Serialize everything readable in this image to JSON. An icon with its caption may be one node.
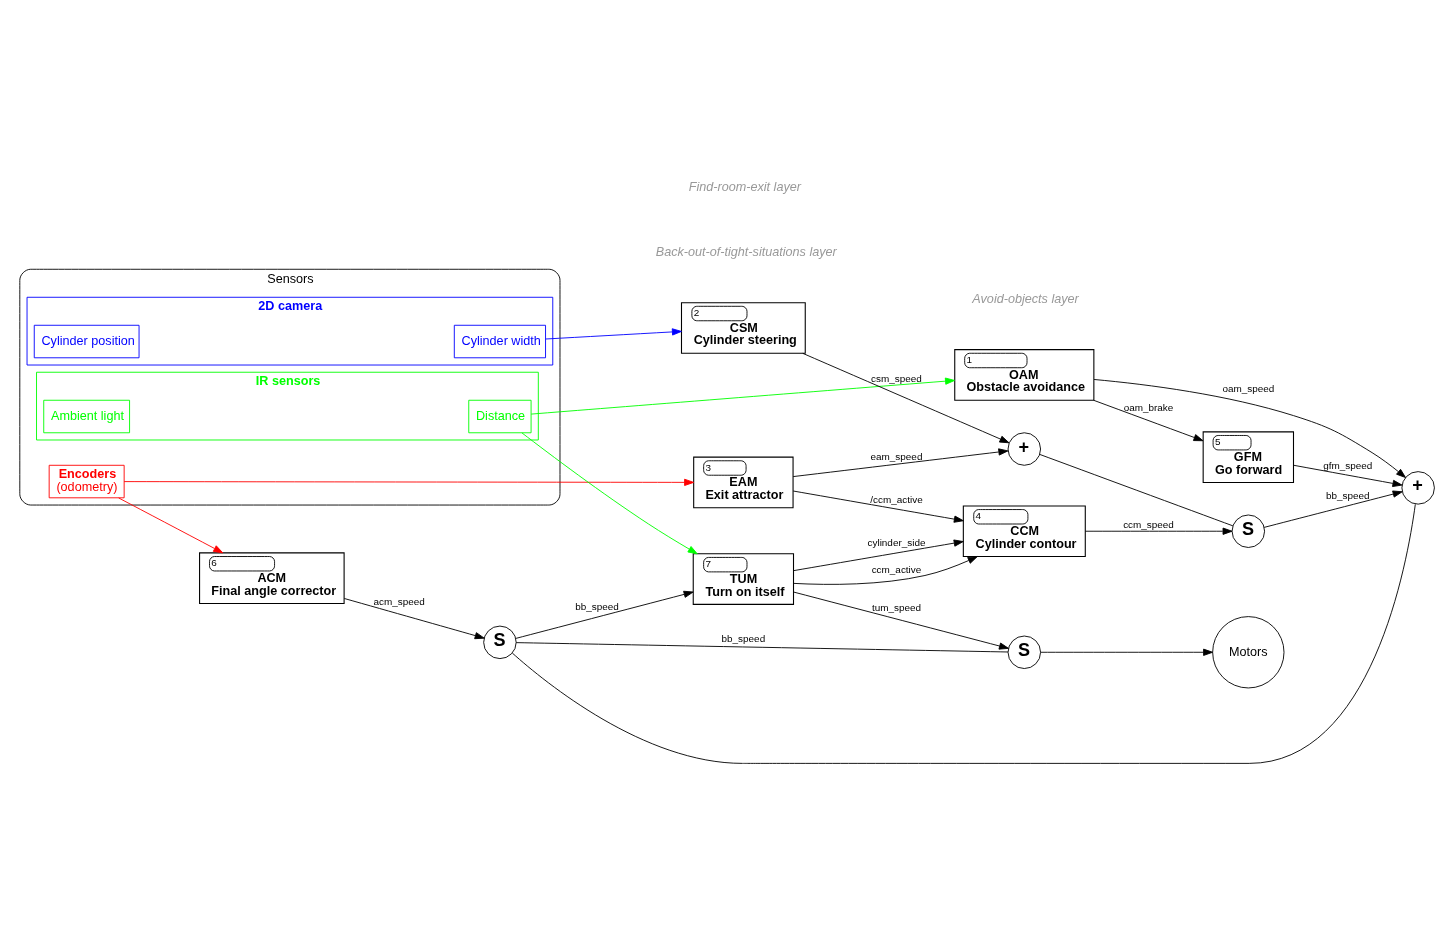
{
  "diagram": {
    "nodes": [
      {
        "text": [
          "Sensors"
        ]
      },
      {
        "text": [
          "Encoders",
          "(odometry)"
        ],
        "in": 0
      },
      {
        "text": [
          "2D camera"
        ],
        "in": 0
      },
      {
        "text": [
          "Cylinder position"
        ],
        "in": 2
      },
      {
        "text": [
          "Cylinder width"
        ],
        "in": 2
      },
      {
        "text": [
          "IR sensors"
        ],
        "in": 0
      },
      {
        "text": [
          "Ambient light"
        ],
        "in": 5
      },
      {
        "text": [
          "Distance"
        ],
        "in": 5
      },
      {
        "text": [
          "7",
          "TUM",
          "Turn on itself"
        ]
      },
      {
        "text": [
          "4",
          "CCM",
          "Cylinder contour"
        ]
      },
      {
        "text": [
          "6",
          "ACM",
          "Final angle corrector"
        ]
      },
      {
        "text": [
          "3",
          "EAM",
          "Exit attractor"
        ]
      },
      {
        "text": [
          "2",
          "CSM",
          "Cylinder steering"
        ]
      },
      {
        "text": [
          "1",
          "OAM",
          "Obstacle avoidance"
        ]
      },
      {
        "text": [
          "5",
          "GFM",
          "Go forward"
        ]
      },
      {
        "text": [
          "+"
        ]
      },
      {
        "text": [
          "S"
        ]
      },
      {
        "text": [
          "+"
        ]
      },
      {
        "text": [
          "S"
        ]
      },
      {
        "text": [
          "S"
        ]
      },
      {
        "text": [
          "Motors"
        ]
      }
    ],
    "edges": [
      {
        "from": 1,
        "to": 10,
        "arrow": "to",
        "color": "#ff0000"
      },
      {
        "from": 1,
        "to": 11,
        "arrow": "to",
        "color": "#ff0000"
      },
      {
        "from": 4,
        "to": 12,
        "arrow": "to",
        "color": "#0000ff"
      },
      {
        "from": 7,
        "to": 8,
        "arrow": "to",
        "color": "#00ff00"
      },
      {
        "from": 7,
        "to": 13,
        "arrow": "to",
        "color": "#00ff00"
      },
      {
        "from": 8,
        "to": 9,
        "arrow": "to",
        "label": "cylinder_side"
      },
      {
        "from": 8,
        "to": 9,
        "arrow": "to",
        "label": "ccm_active"
      },
      {
        "from": 11,
        "to": 9,
        "arrow": "to",
        "label": "/ccm_active"
      },
      {
        "from": 8,
        "to": 19,
        "arrow": "to",
        "label": "tum_speed"
      },
      {
        "from": 9,
        "to": 16,
        "arrow": "to",
        "label": "ccm_speed"
      },
      {
        "from": 10,
        "to": 18,
        "arrow": "to",
        "label": "acm_speed"
      },
      {
        "from": 11,
        "to": 15,
        "arrow": "to",
        "label": "eam_speed"
      },
      {
        "from": 12,
        "to": 15,
        "arrow": "to",
        "label": "csm_speed"
      },
      {
        "from": 15,
        "to": 16,
        "arrow": "none"
      },
      {
        "from": 16,
        "to": 17,
        "arrow": "to",
        "label": "bb_speed"
      },
      {
        "from": 13,
        "to": 17,
        "arrow": "to",
        "label": "oam_speed"
      },
      {
        "from": 13,
        "to": 14,
        "arrow": "to",
        "label": "oam_brake"
      },
      {
        "from": 14,
        "to": 17,
        "arrow": "to",
        "label": "gfm_speed"
      },
      {
        "from": 17,
        "to": 18,
        "arrow": "none"
      },
      {
        "from": 18,
        "to": 19,
        "arrow": "none",
        "label": "bb_speed"
      },
      {
        "from": 18,
        "to": 8,
        "arrow": "to",
        "label": "bb_speed"
      },
      {
        "from": 19,
        "to": 20,
        "arrow": "to"
      }
    ],
    "labels": [
      "Back-out-of-tight-situations layer",
      "Find-room-exit layer",
      "Avoid-objects layer"
    ]
  }
}
